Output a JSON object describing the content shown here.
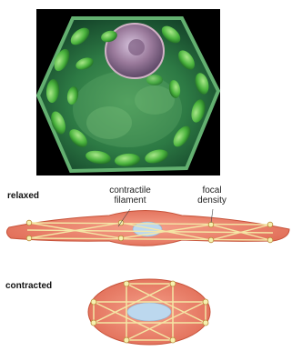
{
  "labels": {
    "relaxed": "relaxed",
    "contracted": "contracted",
    "contractile_filament_line1": "contractile",
    "contractile_filament_line2": "filament",
    "focal_density_line1": "focal",
    "focal_density_line2": "density"
  },
  "colors": {
    "photo_background": "#000000",
    "cell_body": "#e8836c",
    "cell_outline": "#c0442a",
    "nucleus": "#bcd8ee",
    "filament": "#f4e7a6",
    "focal_density": "#f6f1b0",
    "chloroplast": "#46b33a",
    "cell_interior": "#2f7d43"
  }
}
